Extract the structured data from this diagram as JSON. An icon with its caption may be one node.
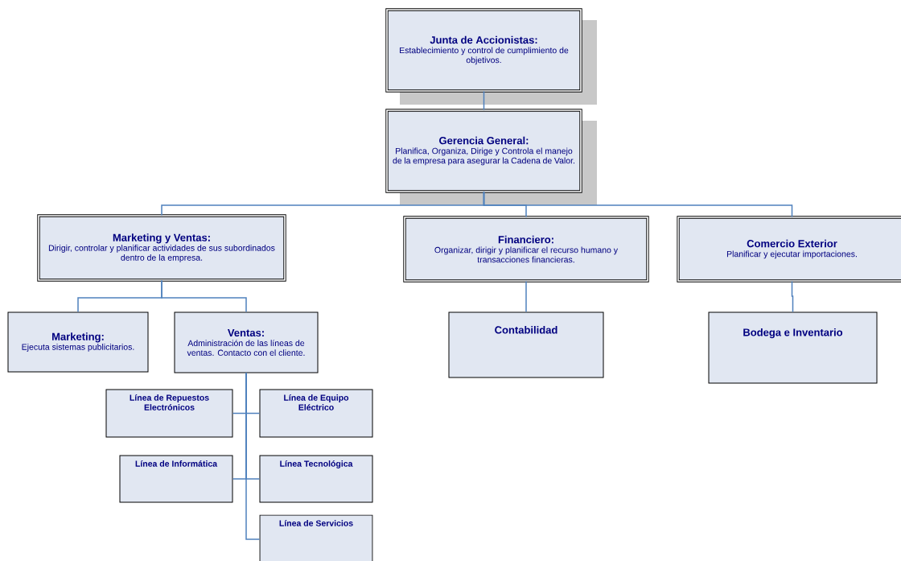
{
  "diagram": {
    "nodes": [
      {
        "text": [
          "Junta de Accionistas:",
          "Establecimiento y control de cumplimiento de objetivos."
        ]
      },
      {
        "text": [
          "Gerencia General:",
          "Planifica, Organiza, Dirige y Controla el manejo de la empresa para asegurar la Cadena de Valor."
        ]
      },
      {
        "text": [
          "Marketing y Ventas:",
          "Dirigir, controlar y planificar actividades de sus subordinados dentro de la empresa."
        ]
      },
      {
        "text": [
          "Financiero:",
          "Organizar, dirigir y planificar el recurso humano y transacciones financieras."
        ]
      },
      {
        "text": [
          "Comercio Exterior",
          "Planificar y ejecutar importaciones."
        ]
      },
      {
        "text": [
          "Marketing:",
          "Ejecuta sistemas publicitarios."
        ]
      },
      {
        "text": [
          "Ventas:",
          "Administración de las líneas de ventas. Contacto con el cliente."
        ]
      },
      {
        "text": [
          "Contabilidad"
        ]
      },
      {
        "text": [
          "Bodega e Inventario"
        ]
      },
      {
        "text": [
          "Línea de Repuestos Electrónicos"
        ]
      },
      {
        "text": [
          "Línea de Equipo Eléctrico"
        ]
      },
      {
        "text": [
          "Línea de Informática"
        ]
      },
      {
        "text": [
          "Línea Tecnológica"
        ]
      },
      {
        "text": [
          "Línea de Servicios"
        ]
      }
    ],
    "edges": [
      {
        "from": 0,
        "to": 1,
        "arrow": "none"
      },
      {
        "from": 1,
        "to": 2,
        "arrow": "none"
      },
      {
        "from": 1,
        "to": 3,
        "arrow": "none"
      },
      {
        "from": 1,
        "to": 4,
        "arrow": "none"
      },
      {
        "from": 2,
        "to": 5,
        "arrow": "none"
      },
      {
        "from": 2,
        "to": 6,
        "arrow": "none"
      },
      {
        "from": 3,
        "to": 7,
        "arrow": "none"
      },
      {
        "from": 4,
        "to": 8,
        "arrow": "none"
      },
      {
        "from": 6,
        "to": 9,
        "arrow": "none"
      },
      {
        "from": 6,
        "to": 10,
        "arrow": "none"
      },
      {
        "from": 6,
        "to": 11,
        "arrow": "none"
      },
      {
        "from": 6,
        "to": 12,
        "arrow": "none"
      },
      {
        "from": 6,
        "to": 13,
        "arrow": "none"
      }
    ]
  }
}
